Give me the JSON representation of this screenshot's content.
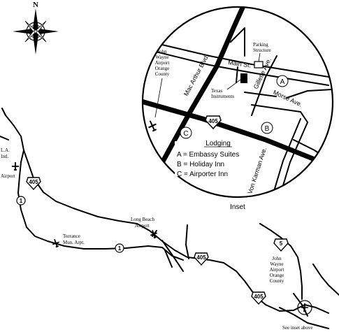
{
  "compass": {
    "north_label": "N"
  },
  "inset": {
    "streets": {
      "mac_arthur": "Mac Arthur Blvd.",
      "main": "Main St.",
      "gillette": "Gillette Ave.",
      "morse": "Morse Ave.",
      "von_karman": "Von Karman Ave."
    },
    "parking": [
      "Parking",
      "Structure"
    ],
    "ti": [
      "Texas",
      "Instruments"
    ],
    "airport": [
      "John",
      "Wayne",
      "Airport",
      "Orange",
      "County"
    ],
    "hwy_405": "405",
    "markers": {
      "a": "A",
      "b": "B",
      "c": "C"
    },
    "lodging_title": "Lodging",
    "lodging": [
      "A = Embassy Suites",
      "B = Holiday Inn",
      "C = Airporter Inn"
    ],
    "caption": "Inset"
  },
  "regional": {
    "la_airport": [
      "L.A.",
      "Intl.",
      "Airport"
    ],
    "long_beach": [
      "Long Beach",
      "Airport"
    ],
    "torrance": [
      "Torrance",
      "Mun. Arpt."
    ],
    "jwa": [
      "John",
      "Wayne",
      "Airport",
      "Orange",
      "County"
    ],
    "see_inset": "See inset above",
    "shields": {
      "i405": "405",
      "sr1": "1",
      "i5": "5"
    }
  }
}
